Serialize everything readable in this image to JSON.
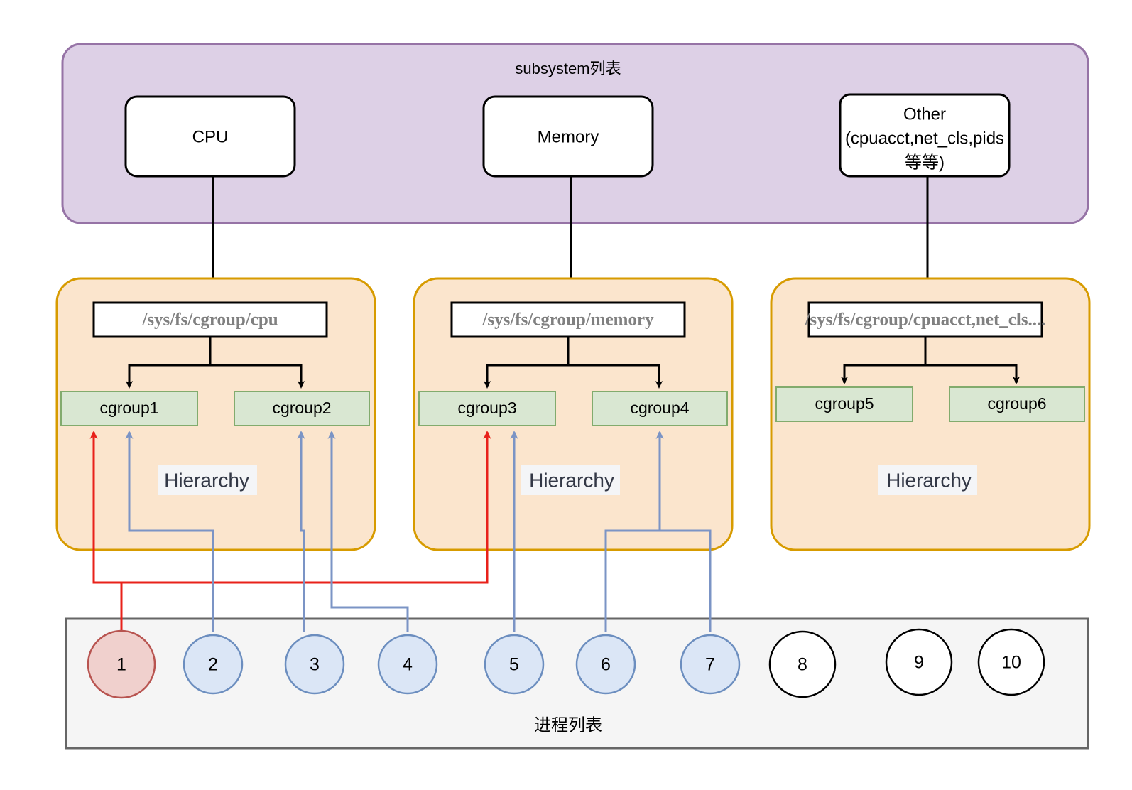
{
  "diagram": {
    "title_subsystem": "subsystem列表",
    "title_process": "进程列表",
    "hierarchy_label": "Hierarchy",
    "colors": {
      "subsystem_fill": "#ddd0e6",
      "subsystem_border": "#9673a6",
      "hierarchy_fill": "#fbe5cd",
      "hierarchy_border": "#d79b00",
      "cgroup_fill": "#d9e7d2",
      "cgroup_border": "#82ab6d",
      "process_box_fill": "#f5f5f5",
      "process_box_border": "#666666",
      "proc_blue_fill": "#dbe6f6",
      "proc_blue_border": "#6c8ebf",
      "proc_red_fill": "#f0d0cd",
      "proc_red_border": "#b85450",
      "proc_white_fill": "#ffffff",
      "proc_white_border": "#000000",
      "link_blue": "#7b94c5",
      "link_red": "#e8211a",
      "path_text": "#808080",
      "label_bg": "#f4f5f7",
      "label_text": "#333846"
    },
    "subsystems": [
      {
        "id": "cpu",
        "label": "CPU",
        "lines": [
          "CPU"
        ]
      },
      {
        "id": "memory",
        "label": "Memory",
        "lines": [
          "Memory"
        ]
      },
      {
        "id": "other",
        "label": "Other",
        "lines": [
          "Other",
          "(cpuacct,net_cls,pids",
          "等等)"
        ]
      }
    ],
    "hierarchies": [
      {
        "id": "cpu",
        "path": "/sys/fs/cgroup/cpu",
        "cgroups": [
          {
            "id": "cgroup1",
            "label": "cgroup1"
          },
          {
            "id": "cgroup2",
            "label": "cgroup2"
          }
        ]
      },
      {
        "id": "memory",
        "path": "/sys/fs/cgroup/memory",
        "cgroups": [
          {
            "id": "cgroup3",
            "label": "cgroup3"
          },
          {
            "id": "cgroup4",
            "label": "cgroup4"
          }
        ]
      },
      {
        "id": "other",
        "path": "/sys/fs/cgroup/cpuacct,net_cls....",
        "cgroups": [
          {
            "id": "cgroup5",
            "label": "cgroup5"
          },
          {
            "id": "cgroup6",
            "label": "cgroup6"
          }
        ]
      }
    ],
    "processes": [
      {
        "id": "p1",
        "label": "1",
        "state": "red"
      },
      {
        "id": "p2",
        "label": "2",
        "state": "blue"
      },
      {
        "id": "p3",
        "label": "3",
        "state": "blue"
      },
      {
        "id": "p4",
        "label": "4",
        "state": "blue"
      },
      {
        "id": "p5",
        "label": "5",
        "state": "blue"
      },
      {
        "id": "p6",
        "label": "6",
        "state": "blue"
      },
      {
        "id": "p7",
        "label": "7",
        "state": "blue"
      },
      {
        "id": "p8",
        "label": "8",
        "state": "white"
      },
      {
        "id": "p9",
        "label": "9",
        "state": "white"
      },
      {
        "id": "p10",
        "label": "10",
        "state": "white"
      }
    ],
    "memberships": [
      {
        "process": "1",
        "cgroup": "cgroup1",
        "color": "red"
      },
      {
        "process": "1",
        "cgroup": "cgroup3",
        "color": "red"
      },
      {
        "process": "2",
        "cgroup": "cgroup1",
        "color": "blue"
      },
      {
        "process": "3",
        "cgroup": "cgroup2",
        "color": "blue"
      },
      {
        "process": "4",
        "cgroup": "cgroup2",
        "color": "blue"
      },
      {
        "process": "5",
        "cgroup": "cgroup3",
        "color": "blue"
      },
      {
        "process": "6",
        "cgroup": "cgroup4",
        "color": "blue"
      },
      {
        "process": "7",
        "cgroup": "cgroup4",
        "color": "blue"
      }
    ]
  }
}
